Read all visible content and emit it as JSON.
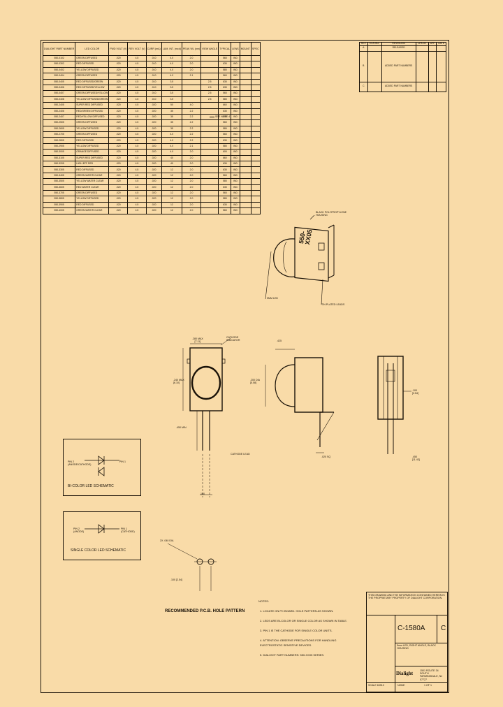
{
  "parts_table": {
    "headers": [
      "DIALIGHT PART NUMBER",
      "LED COLOR",
      "FWD VOLT (V)",
      "REV VOLT (V)",
      "CURR (mA)",
      "LUM. INT. (mcd)",
      "PEAK WL (nm)",
      "VIEW ANGLE",
      "TYPICAL",
      "LENS",
      "MOUNT",
      "SPEC"
    ],
    "rows": [
      [
        "550-0102",
        "GREEN DIFFUSED",
        ".020",
        "4.5",
        ".010",
        "4.0",
        "2.0",
        "",
        "565",
        "IND",
        "",
        ""
      ],
      [
        "550-0302",
        "RED DIFFUSED",
        ".020",
        "4.5",
        ".010",
        "4.0",
        "2.0",
        "",
        "635",
        "IND",
        "",
        ""
      ],
      [
        "550-0402",
        "YELLOW DIFFUSED",
        ".020",
        "4.5",
        ".010",
        "4.0",
        "2.0",
        "",
        "585",
        "IND",
        "",
        ""
      ],
      [
        "550-0404",
        "GREEN DIFFUSED",
        ".020",
        "4.5",
        ".010",
        "4.0",
        "2.1",
        "",
        "565",
        "IND",
        "",
        ""
      ],
      [
        "550-0405",
        "RED DIFFUSED/GREEN",
        ".020",
        "4.5",
        ".010",
        "3.5",
        "",
        "2.5",
        "635",
        "IND",
        "",
        ""
      ],
      [
        "550-0406",
        "RED DIFFUSED/YELLOW",
        ".020",
        "4.5",
        ".010",
        "3.5",
        "",
        "2.5",
        "635",
        "IND",
        "",
        ""
      ],
      [
        "550-0407",
        "GREEN DIFFUSED/YELLOW",
        ".020",
        "4.5",
        ".010",
        "3.5",
        "",
        "2.5",
        "565",
        "IND",
        "",
        ""
      ],
      [
        "550-0408",
        "YELLOW DIFFUSED/GREEN",
        ".020",
        "4.5",
        ".010",
        "3.5",
        "",
        "2.5",
        "585",
        "IND",
        "",
        ""
      ],
      [
        "550-2405",
        "SUPER RED DIFFUSED",
        ".020",
        "4.5",
        ".020",
        "50",
        "4.0",
        "",
        "660",
        "IND",
        "",
        ""
      ],
      [
        "550-2406",
        "RED/GREEN DIFFUSED",
        ".020",
        "4.5",
        ".020",
        "35",
        "2.2",
        "",
        "635",
        "IND",
        "",
        ""
      ],
      [
        "550-2407",
        "RED/YELLOW DIFFUSED",
        ".020",
        "4.5",
        ".020",
        "35",
        "2.2",
        "",
        "635",
        "IND",
        "",
        ""
      ],
      [
        "550-2505",
        "GREEN DIFFUSED",
        ".020",
        "4.5",
        ".020",
        "35",
        "2.2",
        "",
        "565",
        "IND",
        "",
        ""
      ],
      [
        "550-2605",
        "YELLOW DIFFUSED",
        ".020",
        "4.5",
        ".020",
        "35",
        "2.2",
        "",
        "585",
        "IND",
        "",
        ""
      ],
      [
        "550-2705",
        "GREEN DIFFUSED",
        ".020",
        "4.5",
        ".020",
        "4.0",
        "2.2",
        "",
        "565",
        "IND",
        "",
        ""
      ],
      [
        "550-2805",
        "RED DIFFUSED",
        ".020",
        "4.5",
        ".020",
        "4.0",
        "2.2",
        "",
        "635",
        "IND",
        "",
        ""
      ],
      [
        "550-2905",
        "YELLOW DIFFUSED",
        ".020",
        "4.5",
        ".020",
        "4.0",
        "2.1",
        "",
        "585",
        "IND",
        "",
        ""
      ],
      [
        "550-3005",
        "ORANGE DIFFUSED",
        ".020",
        "4.5",
        ".020",
        "4.0",
        "2.0",
        "",
        "605",
        "IND",
        "",
        ""
      ],
      [
        "550-3105",
        "SUPER RED DIFFUSED",
        ".020",
        "4.5",
        ".020",
        "40",
        "2.0",
        "",
        "660",
        "IND",
        "",
        ""
      ],
      [
        "550-3205",
        "HIGH EFF RED",
        ".020",
        "4.5",
        ".020",
        "40",
        "2.0",
        "",
        "635",
        "IND",
        "",
        ""
      ],
      [
        "550-3305",
        "RED DIFFUSED",
        ".020",
        "4.5",
        ".020",
        "12",
        "2.0",
        "",
        "635",
        "IND",
        "",
        ""
      ],
      [
        "550-3405",
        "GREEN WATER CLEAR",
        ".020",
        "4.5",
        ".020",
        "12",
        "2.0",
        "",
        "565",
        "IND",
        "",
        ""
      ],
      [
        "550-3505",
        "YELLOW WATER CLEAR",
        ".020",
        "4.5",
        ".020",
        "12",
        "2.0",
        "",
        "585",
        "IND",
        "",
        ""
      ],
      [
        "550-3605",
        "RED WATER CLEAR",
        ".020",
        "4.5",
        ".020",
        "12",
        "2.0",
        "",
        "635",
        "IND",
        "",
        ""
      ],
      [
        "550-3705",
        "GREEN DIFFUSED",
        ".020",
        "4.5",
        ".020",
        "12",
        "2.0",
        "",
        "565",
        "IND",
        "",
        ""
      ],
      [
        "550-3805",
        "YELLOW DIFFUSED",
        ".020",
        "4.5",
        ".020",
        "12",
        "2.0",
        "",
        "585",
        "IND",
        "",
        ""
      ],
      [
        "550-3905",
        "RED DIFFUSED",
        ".020",
        "4.5",
        ".020",
        "12",
        "2.0",
        "",
        "635",
        "IND",
        "",
        ""
      ],
      [
        "550-4005",
        "GREEN WATER CLEAR",
        ".020",
        "4.5",
        ".020",
        "12",
        "2.0",
        "",
        "565",
        "IND",
        "",
        ""
      ]
    ],
    "side_note": "SEE NOTE 4"
  },
  "revision_table": {
    "headers": [
      "REV",
      "ECN NO.",
      "REVISIONS",
      "CHK BY",
      "APP",
      "DATE"
    ],
    "rows": [
      [
        "A",
        "",
        "RELEASED",
        "",
        "",
        ""
      ],
      [
        "B",
        "",
        "ADDED PART NUMBERS",
        "",
        "",
        ""
      ],
      [
        "C",
        "",
        "ADDED PART NUMBERS",
        "",
        "",
        ""
      ]
    ]
  },
  "iso_view": {
    "body_marking_1": "550-",
    "body_marking_2": "XX05",
    "label_housing": "BLACK POLYPROPYLENE HOUSING",
    "label_led": "5MM LED",
    "label_leads": "TIN PLATED LEADS"
  },
  "front_view": {
    "dim_width": ".280 MAX",
    "dim_width_mm": "[7.11]",
    "dim_height": ".240 MAX",
    "dim_height_mm": "[6.10]",
    "cathode_label": "CATHODE INDICATOR",
    "dim_lead_length": ".450 MIN",
    "dim_spacing": ".100",
    "lead_note": "CATHODE LEAD"
  },
  "side_view": {
    "dim_top": ".425",
    "dim_dia": ".200 DIA",
    "dim_dia_mm": "[5.08]",
    "dim_lead": ".020 SQ"
  },
  "end_view": {
    "dim_a": ".100",
    "dim_a_mm": "[2.54]",
    "dim_b": ".450",
    "dim_b_mm": "[11.43]"
  },
  "pcb_pattern": {
    "title": "RECOMMENDED P.C.B. HOLE PATTERN",
    "hole_note": "2X .040 DIA",
    "spacing_note": ".100 [2.54]",
    "notes_heading": "NOTES:",
    "notes": [
      "1. LOCATE ON PC BOARD. HOLE PATTERN AS SHOWN.",
      "2. LEDS ARE BI-COLOR OR SINGLE COLOR AS SHOWN IN TABLE.",
      "3. PIN 1 IS THE CATHODE FOR SINGLE COLOR UNITS.",
      "4. ATTENTION: OBSERVE PRECAUTIONS FOR HANDLING",
      "   ELECTROSTATIC SENSITIVE DEVICES.",
      "5. DIALIGHT PART NUMBERS: 550-XX05 SERIES."
    ]
  },
  "schematics": {
    "bi_color_title": "BI-COLOR LED SCHEMATIC",
    "bi_pin_left": "PIN 2",
    "bi_pin_left_sub": "(ANODE/CATHODE)",
    "bi_pin_right": "PIN 1",
    "single_color_title": "SINGLE COLOR LED SCHEMATIC",
    "single_pin_left": "PIN 2",
    "single_pin_left_sub": "(ANODE)",
    "single_pin_right": "PIN 1",
    "single_pin_right_sub": "(CATHODE)"
  },
  "title_block": {
    "disclaimer": "THIS DRAWING AND THE INFORMATION CONTAINED HEREIN IS THE PROPRIETARY PROPERTY OF DIALIGHT CORPORATION.",
    "drawing_number": "C-1580A",
    "rev": "C",
    "title_line": "5mm LED, RIGHT ANGLE, BLACK HOUSING",
    "company": "Dialight",
    "address": "1501 ROUTE 34 SOUTH FARMINGDALE, NJ 07727",
    "scale_label": "SCALE",
    "scale_value": "NONE",
    "cage": "63910",
    "sheet": "1 OF 1"
  }
}
